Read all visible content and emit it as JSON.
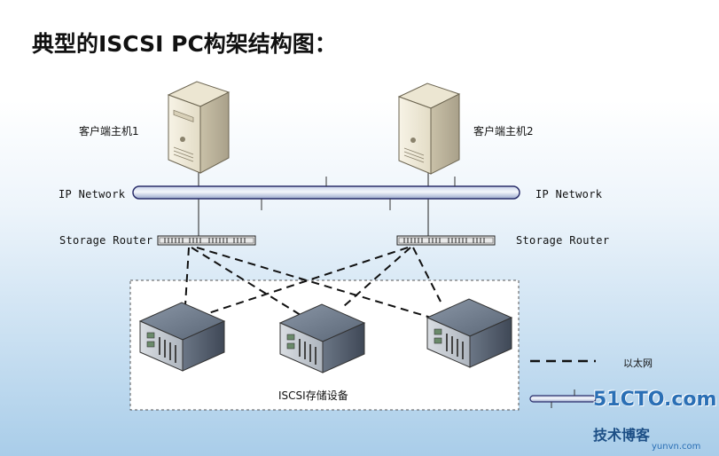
{
  "title": "典型的ISCSI PC构架结构图：",
  "hosts": [
    {
      "label": "客户端主机1"
    },
    {
      "label": "客户端主机2"
    }
  ],
  "network": {
    "left_label": "IP Network",
    "right_label": "IP Network"
  },
  "routers": {
    "left_label": "Storage Router",
    "right_label": "Storage Router"
  },
  "storage": {
    "label": "ISCSI存储设备"
  },
  "legend": {
    "ethernet_label": "以太网"
  },
  "watermark": {
    "line1": "51CTO.com",
    "line2": "技术博客",
    "line3": "yunvn.com"
  }
}
